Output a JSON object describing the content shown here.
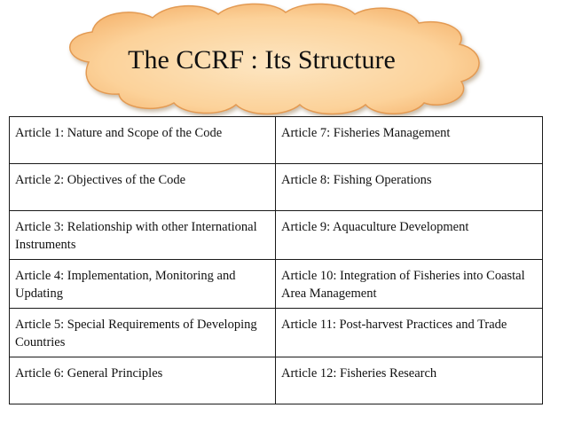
{
  "slide": {
    "title": "The CCRF : Its Structure"
  },
  "table": {
    "rows": [
      {
        "left": "Article 1:  Nature and Scope of the Code",
        "right": "Article 7:  Fisheries Management"
      },
      {
        "left": "Article 2: Objectives of the Code",
        "right": "Article 8:  Fishing Operations"
      },
      {
        "left": "Article 3: Relationship with other International Instruments",
        "right": "Article 9: Aquaculture Development"
      },
      {
        "left": "Article 4:  Implementation, Monitoring and Updating",
        "right": "Article 10: Integration of Fisheries into Coastal Area Management"
      },
      {
        "left": "Article 5:  Special Requirements of Developing Countries",
        "right": "Article 11:  Post-harvest Practices and Trade"
      },
      {
        "left": "Article 6: General Principles",
        "right": "Article 12: Fisheries Research"
      }
    ]
  },
  "colors": {
    "cloud_fill": "#fcd9a6",
    "cloud_outline": "#e8a15c",
    "border": "#1a1a1a"
  }
}
